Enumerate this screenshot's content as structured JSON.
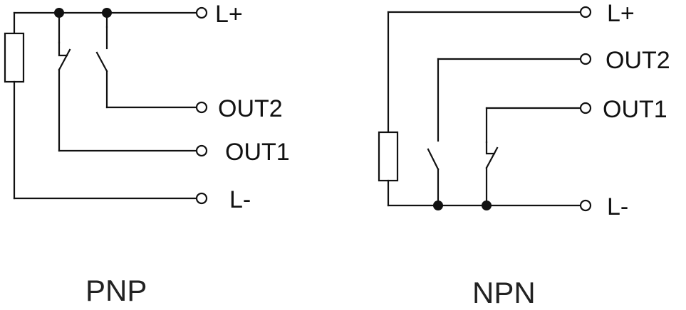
{
  "pnp": {
    "title": "PNP",
    "terminals": {
      "l_plus": "L+",
      "out2": "OUT2",
      "out1": "OUT1",
      "l_minus": "L-"
    }
  },
  "npn": {
    "title": "NPN",
    "terminals": {
      "l_plus": "L+",
      "out2": "OUT2",
      "out1": "OUT1",
      "l_minus": "L-"
    }
  }
}
